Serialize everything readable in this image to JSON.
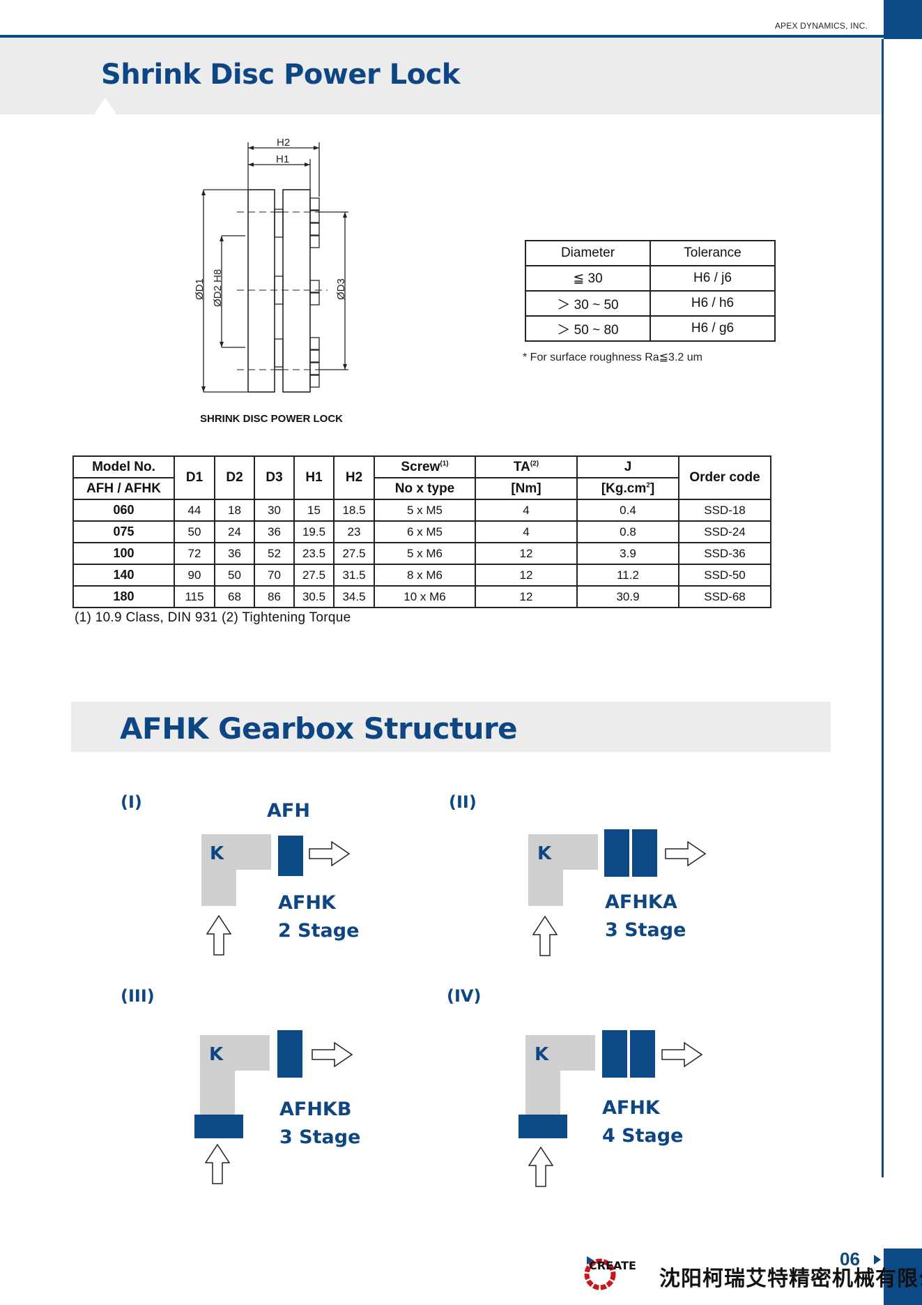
{
  "header": {
    "company": "APEX DYNAMICS, INC."
  },
  "section1": {
    "title": "Shrink Disc Power Lock",
    "drawing_labels": {
      "h2": "H2",
      "h1": "H1",
      "d1": "ØD1",
      "d2": "ØD2 H8",
      "d3": "ØD3"
    },
    "drawing_caption": "SHRINK DISC POWER LOCK",
    "tolerance_table": {
      "headers": [
        "Diameter",
        "Tolerance"
      ],
      "rows": [
        [
          "≦ 30",
          "H6 / j6"
        ],
        [
          "＞ 30 ~ 50",
          "H6 / h6"
        ],
        [
          "＞ 50 ~ 80",
          "H6 / g6"
        ]
      ]
    },
    "note": "* For surface roughness Ra≦3.2 um",
    "spec_table": {
      "h_model": "Model No.",
      "h_model_sub": "AFH / AFHK",
      "h_d1": "D1",
      "h_d2": "D2",
      "h_d3": "D3",
      "h_h1": "H1",
      "h_h2": "H2",
      "h_screw": "Screw",
      "h_screw_sup": "(1)",
      "h_screw_sub": "No x type",
      "h_ta": "TA",
      "h_ta_sup": "(2)",
      "h_ta_sub": "[Nm]",
      "h_j": "J",
      "h_j_sub": "[Kg.cm",
      "h_j_sub_sup": "2",
      "h_j_sub_end": "]",
      "h_order": "Order code",
      "rows": [
        [
          "060",
          "44",
          "18",
          "30",
          "15",
          "18.5",
          "5 x M5",
          "4",
          "0.4",
          "SSD-18"
        ],
        [
          "075",
          "50",
          "24",
          "36",
          "19.5",
          "23",
          "6 x M5",
          "4",
          "0.8",
          "SSD-24"
        ],
        [
          "100",
          "72",
          "36",
          "52",
          "23.5",
          "27.5",
          "5 x M6",
          "12",
          "3.9",
          "SSD-36"
        ],
        [
          "140",
          "90",
          "50",
          "70",
          "27.5",
          "31.5",
          "8 x M6",
          "12",
          "11.2",
          "SSD-50"
        ],
        [
          "180",
          "115",
          "68",
          "86",
          "30.5",
          "34.5",
          "10 x M6",
          "12",
          "30.9",
          "SSD-68"
        ]
      ]
    },
    "footnote": "(1) 10.9 Class, DIN 931  (2) Tightening Torque"
  },
  "section2": {
    "title": "AFHK Gearbox Structure",
    "diagrams": [
      {
        "roman": "(I)",
        "top_label": "AFH",
        "k": "K",
        "name": "AFHK",
        "stage": "2 Stage"
      },
      {
        "roman": "(II)",
        "k": "K",
        "name": "AFHKA",
        "stage": "3 Stage"
      },
      {
        "roman": "(III)",
        "k": "K",
        "name": "AFHKB",
        "stage": "3 Stage"
      },
      {
        "roman": "(IV)",
        "k": "K",
        "name": "AFHK",
        "stage": "4 Stage"
      }
    ]
  },
  "footer": {
    "page_number": "06",
    "brand": "CREATE",
    "company_cn": "沈阳柯瑞艾特精密机械有限公司",
    "colors": {
      "brand_blue": "#0b4a87",
      "logo_red": "#c8161d"
    }
  }
}
